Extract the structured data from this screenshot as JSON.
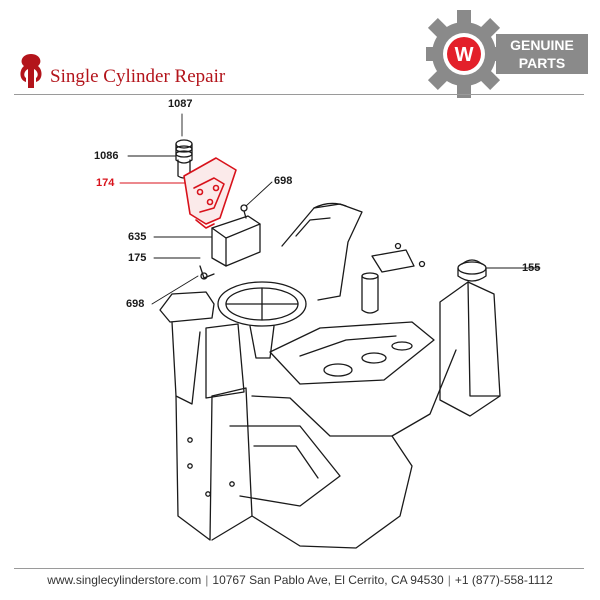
{
  "header": {
    "brand_name": "Single Cylinder Repair",
    "badge_line1": "GENUINE",
    "badge_line2": "PARTS",
    "badge_letter": "W"
  },
  "callouts": [
    {
      "id": "1087",
      "highlight": false
    },
    {
      "id": "1086",
      "highlight": false
    },
    {
      "id": "174",
      "highlight": true
    },
    {
      "id": "698",
      "highlight": false
    },
    {
      "id": "635",
      "highlight": false
    },
    {
      "id": "175",
      "highlight": false
    },
    {
      "id": "155",
      "highlight": false
    },
    {
      "id": "698",
      "highlight": false
    }
  ],
  "footer": {
    "website": "www.singlecylinderstore.com",
    "address": "10767 San Pablo Ave, El Cerrito, CA 94530",
    "phone": "+1 (877)-558-1112"
  },
  "colors": {
    "brand_red": "#b3141b",
    "highlight_red": "#d8121b",
    "badge_grey": "#8a8a8a",
    "line": "#1a1a1a"
  }
}
